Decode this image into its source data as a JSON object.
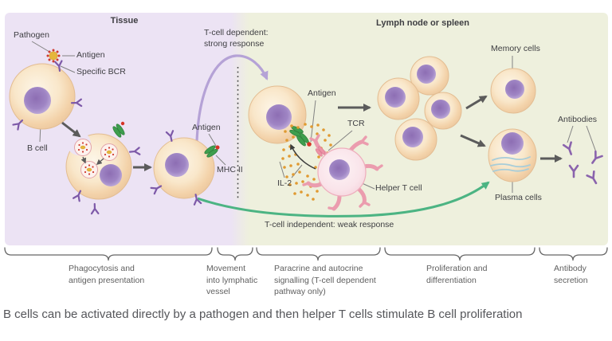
{
  "titles": {
    "tissue": "Tissue",
    "lymph": "Lymph node or spleen"
  },
  "labels": {
    "pathogen": "Pathogen",
    "antigen_top": "Antigen",
    "specific_bcr": "Specific BCR",
    "b_cell": "B cell",
    "t_dependent": "T-cell dependent:\nstrong response",
    "antigen_mid": "Antigen",
    "mhc2": "MHC II",
    "antigen_right": "Antigen",
    "tcr": "TCR",
    "il2": "IL-2",
    "helper_t": "Helper T cell",
    "memory_cells": "Memory cells",
    "plasma_cells": "Plasma cells",
    "antibodies": "Antibodies",
    "t_independent": "T-cell independent: weak response"
  },
  "stages": [
    {
      "label": "Phagocytosis and\nantigen presentation"
    },
    {
      "label": "Movement\ninto lymphatic\nvessel"
    },
    {
      "label": "Paracrine and autocrine\nsignalling (T-cell dependent\npathway only)"
    },
    {
      "label": "Proliferation and\ndifferentiation"
    },
    {
      "label": "Antibody\nsecretion"
    }
  ],
  "caption": "B cells can be activated directly by a pathogen and then helper T cells stimulate B cell proliferation",
  "colors": {
    "tissue_bg": "#ece3f4",
    "lymph_bg": "#eef0dd",
    "cell_stroke": "#e3bd92",
    "receptor": "#7d59a8",
    "mhc": "#3e9e4e",
    "antigen_dot": "#d63426",
    "pathogen_body": "#e5b63c",
    "helper_stroke": "#eeadbc",
    "helper_finger": "#eb9cae",
    "il2_dot": "#e09a31",
    "arrow": "#5b5b5b",
    "green_arrow": "#4cb483",
    "purple_arrow": "#b5a2d6",
    "antibody": "#8a63ad",
    "er_line": "#a8cdd9",
    "label_text": "#3e3e42",
    "stage_text": "#5f5f5f",
    "caption_text": "#55565a",
    "bracket": "#666666"
  }
}
